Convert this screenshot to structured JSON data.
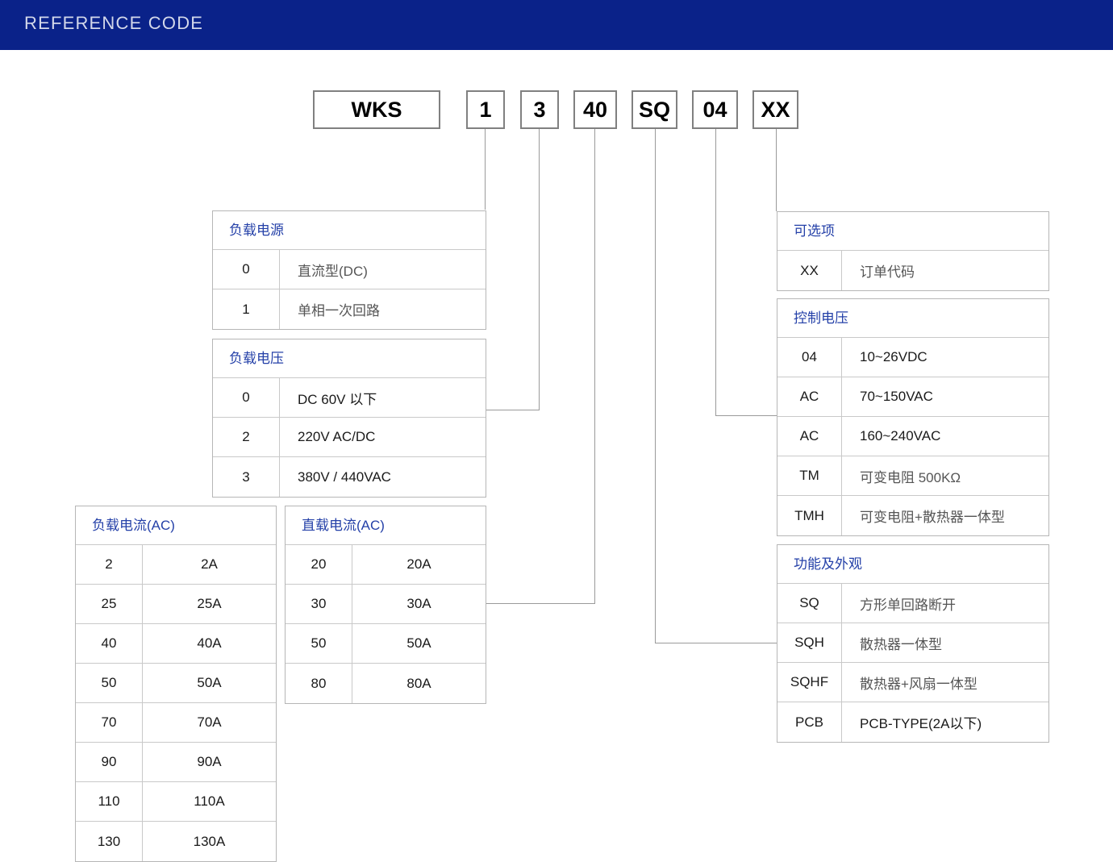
{
  "header": {
    "title": "REFERENCE CODE",
    "bg_color": "#0a2289",
    "text_color": "#d3d8ea"
  },
  "accent_color": "#2440a8",
  "code_boxes": [
    {
      "name": "series",
      "value": "WKS"
    },
    {
      "name": "load-power",
      "value": "1"
    },
    {
      "name": "load-voltage",
      "value": "3"
    },
    {
      "name": "load-current",
      "value": "40"
    },
    {
      "name": "function-appearance",
      "value": "SQ"
    },
    {
      "name": "control-voltage",
      "value": "04"
    },
    {
      "name": "option",
      "value": "XX"
    }
  ],
  "tables": {
    "load_power": {
      "title": "负载电源",
      "rows": [
        {
          "code": "0",
          "desc": "直流型(DC)"
        },
        {
          "code": "1",
          "desc": "单相一次回路"
        }
      ]
    },
    "load_voltage": {
      "title": "负载电压",
      "rows": [
        {
          "code": "0",
          "desc": "DC 60V 以下"
        },
        {
          "code": "2",
          "desc": "220V AC/DC"
        },
        {
          "code": "3",
          "desc": "380V / 440VAC"
        }
      ]
    },
    "load_current_ac": {
      "title": "负载电流(AC)",
      "rows": [
        {
          "code": "2",
          "desc": "2A"
        },
        {
          "code": "25",
          "desc": "25A"
        },
        {
          "code": "40",
          "desc": "40A"
        },
        {
          "code": "50",
          "desc": "50A"
        },
        {
          "code": "70",
          "desc": "70A"
        },
        {
          "code": "90",
          "desc": "90A"
        },
        {
          "code": "110",
          "desc": "110A"
        },
        {
          "code": "130",
          "desc": "130A"
        }
      ]
    },
    "direct_current_ac": {
      "title": "直载电流(AC)",
      "rows": [
        {
          "code": "20",
          "desc": "20A"
        },
        {
          "code": "30",
          "desc": "30A"
        },
        {
          "code": "50",
          "desc": "50A"
        },
        {
          "code": "80",
          "desc": "80A"
        }
      ]
    },
    "option": {
      "title": "可选项",
      "rows": [
        {
          "code": "XX",
          "desc": "订单代码"
        }
      ]
    },
    "control_voltage": {
      "title": "控制电压",
      "rows": [
        {
          "code": "04",
          "desc": "10~26VDC"
        },
        {
          "code": "AC",
          "desc": "70~150VAC"
        },
        {
          "code": "AC",
          "desc": "160~240VAC"
        },
        {
          "code": "TM",
          "desc": "可变电阻 500KΩ"
        },
        {
          "code": "TMH",
          "desc": "可变电阻+散热器一体型"
        }
      ]
    },
    "function_appearance": {
      "title": "功能及外观",
      "rows": [
        {
          "code": "SQ",
          "desc": "方形单回路断开"
        },
        {
          "code": "SQH",
          "desc": "散热器一体型"
        },
        {
          "code": "SQHF",
          "desc": "散热器+风扇一体型"
        },
        {
          "code": "PCB",
          "desc": "PCB-TYPE(2A以下)"
        }
      ]
    }
  }
}
